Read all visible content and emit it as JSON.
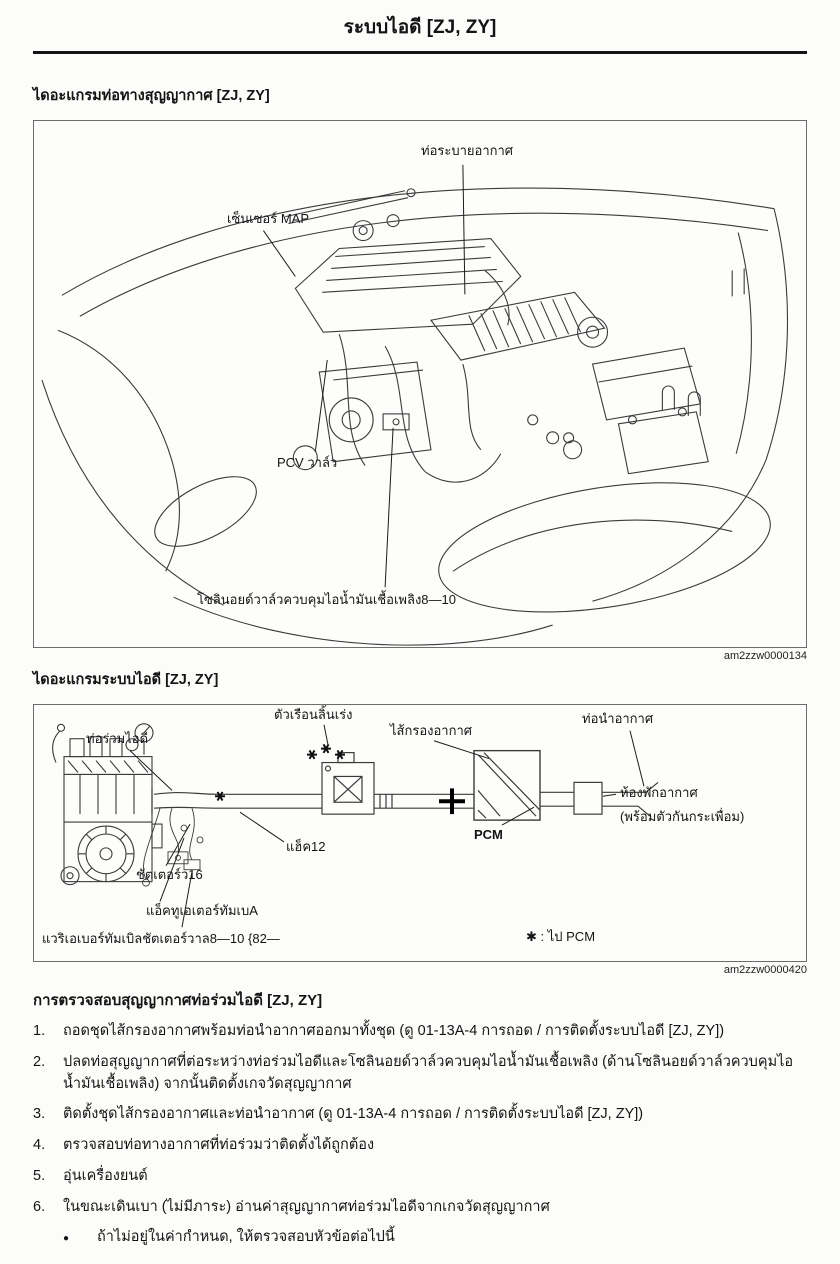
{
  "page": {
    "title": "ระบบไอดี [ZJ, ZY]"
  },
  "vacuum_diagram": {
    "heading": "ไดอะแกรมท่อทางสุญญากาศ [ZJ, ZY]",
    "figure_code": "am2zzw0000134",
    "labels": {
      "ventilation_hose": "ท่อระบายอากาศ",
      "map_sensor": "เซ็นเซอร์ MAP",
      "pcv_valve": "PCV วาล์ว",
      "purge_solenoid_valve": "โซลินอยด์วาล์วควบคุมไอน้ำมันเชื้อเพลิง8—10"
    }
  },
  "intake_diagram": {
    "heading": "ไดอะแกรมระบบไอดี [ZJ, ZY]",
    "figure_code": "am2zzw0000420",
    "labels": {
      "throttle_body": "ตัวเรือนลิ้นเร่ง",
      "intake_manifold": "ท่อร่วมไอดี",
      "air_cleaner": "ไส้กรองอากาศ",
      "air_duct": "ท่อนำอากาศ",
      "air_chamber_line1": "ห้องพักอากาศ",
      "air_chamber_line2": "(พร้อมตัวกันกระเพื่อม)",
      "pcm": "PCM",
      "jack": "แฮ็ค12",
      "shutter_valve": "ชัตเตอร์ว16",
      "tumble_actuator": "แอ็คทูเอเตอร์ทัมเบA",
      "variable_tumble_shutter_valve": "แวริเอเบอร์ทัมเบิลชัตเตอร์วาล8—10   {82—",
      "star_legend": "✱ : ไป PCM"
    }
  },
  "inspection": {
    "heading": "การตรวจสอบสุญญากาศท่อร่วมไอดี [ZJ, ZY]",
    "steps": [
      {
        "num": "1.",
        "text": "ถอดชุดไส้กรองอากาศพร้อมท่อนำอากาศออกมาทั้งชุด (ดู 01-13A-4 การถอด / การติดตั้งระบบไอดี [ZJ, ZY])"
      },
      {
        "num": "2.",
        "text": "ปลดท่อสุญญากาศที่ต่อระหว่างท่อร่วมไอดีและโซลินอยด์วาล์วควบคุมไอน้ำมันเชื้อเพลิง (ด้านโซลินอยด์วาล์วควบคุมไอน้ำมันเชื้อเพลิง) จากนั้นติดตั้งเกจวัดสุญญากาศ"
      },
      {
        "num": "3.",
        "text": "ติดตั้งชุดไส้กรองอากาศและท่อนำอากาศ (ดู 01-13A-4 การถอด / การติดตั้งระบบไอดี [ZJ, ZY])"
      },
      {
        "num": "4.",
        "text": "ตรวจสอบท่อทางอากาศที่ท่อร่วมว่าติดตั้งได้ถูกต้อง"
      },
      {
        "num": "5.",
        "text": "อุ่นเครื่องยนต์"
      },
      {
        "num": "6.",
        "text": "ในขณะเดินเบา (ไม่มีภาระ) อ่านค่าสุญญากาศท่อร่วมไอดีจากเกจวัดสุญญากาศ"
      }
    ],
    "sub_bullet": {
      "marker": "●",
      "text": "ถ้าไม่อยู่ในค่ากำหนด,  ให้ตรวจสอบหัวข้อต่อไปนี้"
    }
  }
}
